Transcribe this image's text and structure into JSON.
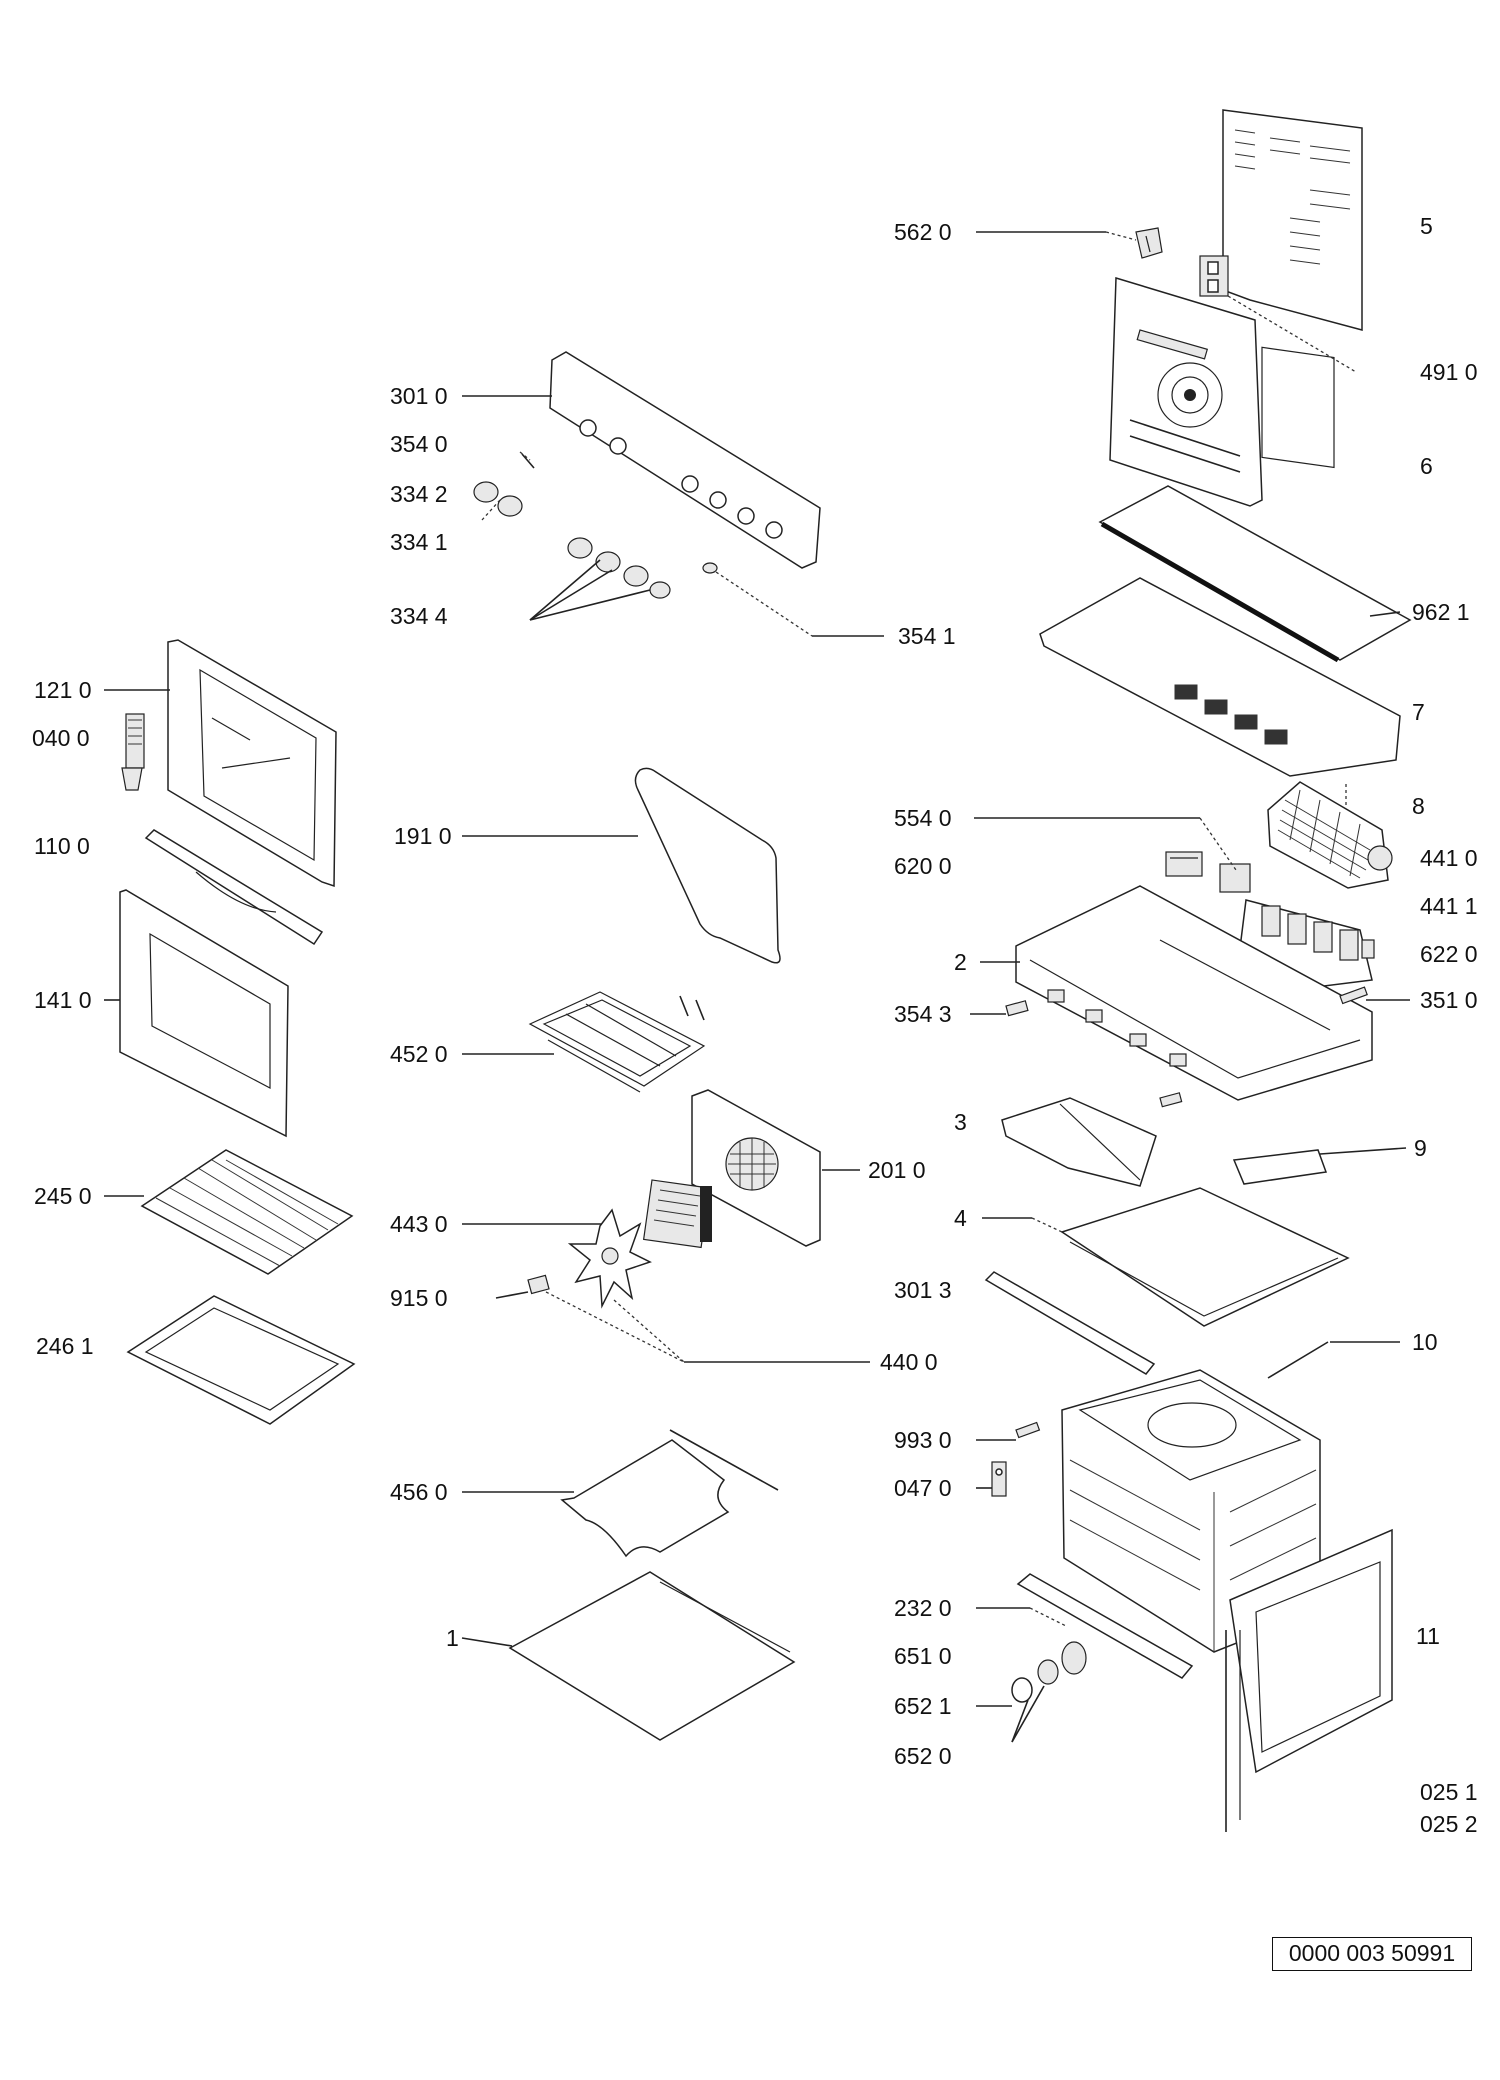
{
  "reference_number": "0000 003 50991",
  "labels": {
    "p5620": "562 0",
    "p5": "5",
    "p4910": "491 0",
    "p6": "6",
    "p3010": "301 0",
    "p3540": "354 0",
    "p3342": "334 2",
    "p3341": "334 1",
    "p3344": "334 4",
    "p3541": "354 1",
    "p9621": "962 1",
    "p1210": "121 0",
    "p0400": "040 0",
    "p7": "7",
    "p8": "8",
    "p1100": "110 0",
    "p1910": "191 0",
    "p5540": "554 0",
    "p4410": "441 0",
    "p6200": "620 0",
    "p4411": "441 1",
    "p2": "2",
    "p6220": "622 0",
    "p1410": "141 0",
    "p3543": "354 3",
    "p3510": "351 0",
    "p4520": "452 0",
    "p3": "3",
    "p9": "9",
    "p2010": "201 0",
    "p2450": "245 0",
    "p4": "4",
    "p4430": "443 0",
    "p3013": "301 3",
    "p9150": "915 0",
    "p2461": "246 1",
    "p10": "10",
    "p4400": "440 0",
    "p9930": "993 0",
    "p0470": "047 0",
    "p4560": "456 0",
    "p2320": "232 0",
    "p11": "11",
    "p1": "1",
    "p6510": "651 0",
    "p6521": "652 1",
    "p6520": "652 0",
    "p0251": "025 1",
    "p0252": "025 2"
  }
}
